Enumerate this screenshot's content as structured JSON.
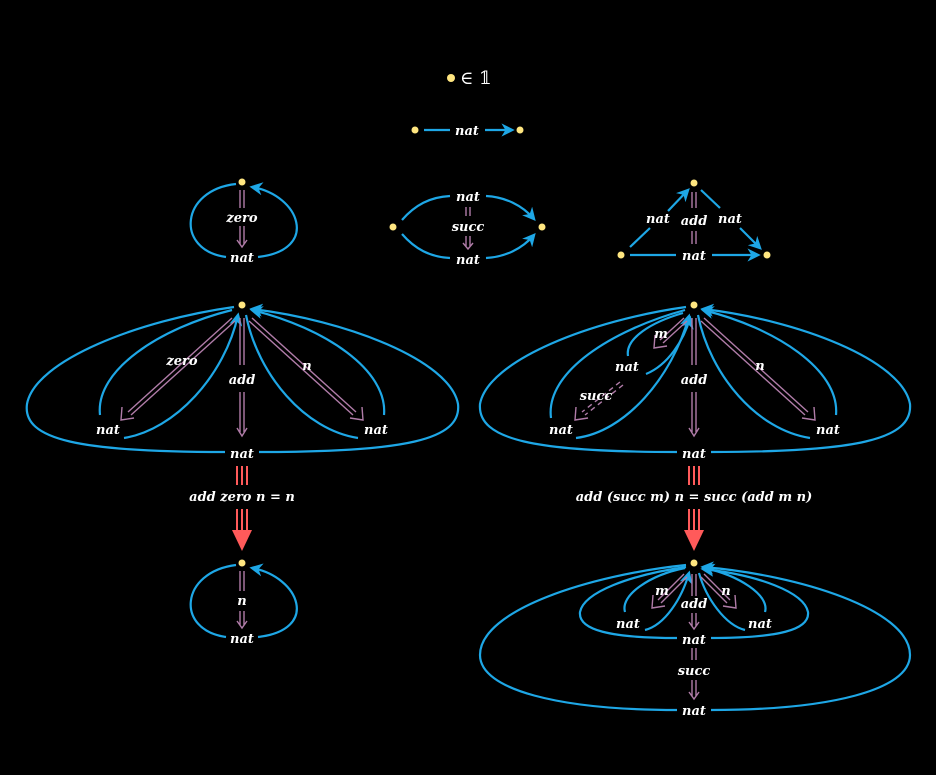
{
  "header": {
    "unit": "∈ 𝟙"
  },
  "labels": {
    "nat": "nat",
    "zero": "zero",
    "succ": "succ",
    "add": "add",
    "n": "n",
    "m": "m"
  },
  "equations": {
    "left": "add zero n = n",
    "right": "add (succ m) n = succ (add m n)"
  },
  "colors": {
    "background": "#000000",
    "point": "#ffe680",
    "edge": "#1ea7e6",
    "cell": "#b07ca8",
    "rewrite": "#ff5a5a"
  }
}
